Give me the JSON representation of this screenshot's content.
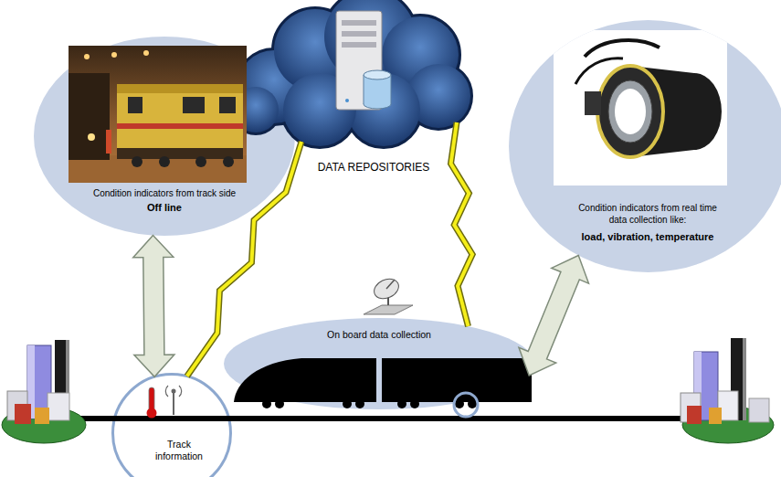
{
  "diagram": {
    "nodes": [
      {
        "text": [
          "Condition indicators from track side",
          "Off line"
        ]
      },
      {
        "text": [
          "DATA REPOSITORIES"
        ]
      },
      {
        "text": [
          "Condition indicators from real time data collection like:",
          "load, vibration, temperature"
        ]
      },
      {
        "text": [
          "On board data collection"
        ]
      },
      {
        "text": [
          "Track information"
        ]
      }
    ],
    "edges": [
      {
        "from": 0,
        "to": 4,
        "arrow": "both"
      },
      {
        "from": 4,
        "to": 1,
        "arrow": "none"
      },
      {
        "from": 1,
        "to": 3,
        "arrow": "none"
      },
      {
        "from": 2,
        "to": 3,
        "arrow": "both"
      }
    ]
  }
}
